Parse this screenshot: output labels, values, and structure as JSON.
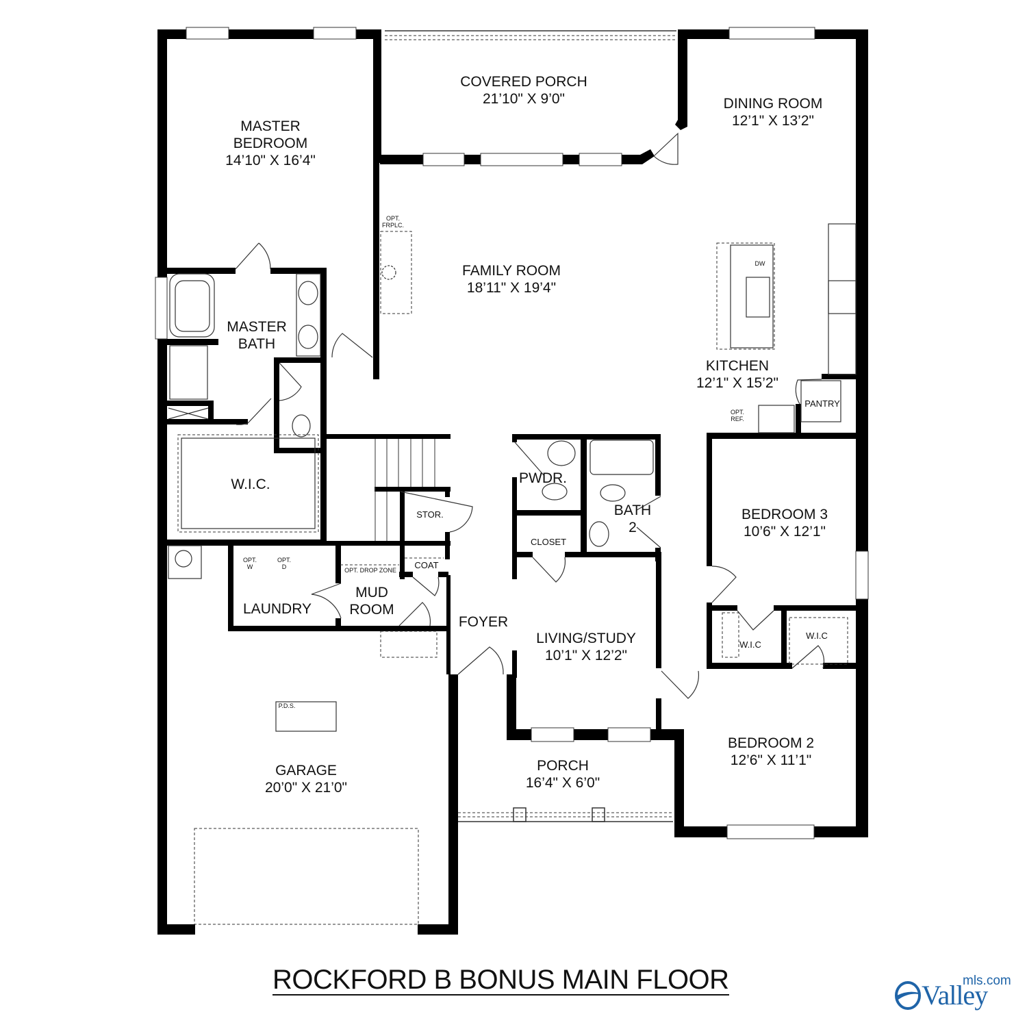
{
  "plan": {
    "title": "ROCKFORD B BONUS MAIN FLOOR",
    "logo": {
      "word": "Valley",
      "suffix": "mls.com",
      "color": "#1f64a8"
    },
    "wall_color": "#000000",
    "background": "#ffffff"
  },
  "rooms": {
    "master_bedroom": {
      "name_line1": "MASTER",
      "name_line2": "BEDROOM",
      "dim": "14’10\" X 16’4\""
    },
    "covered_porch": {
      "name": "COVERED PORCH",
      "dim": "21’10\" X 9’0\""
    },
    "dining_room": {
      "name": "DINING ROOM",
      "dim": "12’1\" X 13’2\""
    },
    "family_room": {
      "name": "FAMILY ROOM",
      "dim": "18’11\" X 19’4\""
    },
    "kitchen": {
      "name": "KITCHEN",
      "dim": "12’1\" X 15’2\""
    },
    "pantry": {
      "name": "PANTRY"
    },
    "master_bath": {
      "name_line1": "MASTER",
      "name_line2": "BATH"
    },
    "master_wic": {
      "name": "W.I.C."
    },
    "laundry": {
      "name": "LAUNDRY"
    },
    "mud_room": {
      "name_line1": "MUD",
      "name_line2": "ROOM"
    },
    "storage": {
      "name": "STOR."
    },
    "coat": {
      "name": "COAT"
    },
    "foyer": {
      "name": "FOYER"
    },
    "powder": {
      "name": "PWDR."
    },
    "bath2": {
      "name_line1": "BATH",
      "name_line2": "2"
    },
    "closet": {
      "name": "CLOSET"
    },
    "living_study": {
      "name": "LIVING/STUDY",
      "dim": "10’1\" X 12’2\""
    },
    "bedroom3": {
      "name": "BEDROOM 3",
      "dim": "10’6\" X 12’1\""
    },
    "wic_b3": {
      "name": "W.I.C"
    },
    "wic_b2": {
      "name": "W.I.C"
    },
    "bedroom2": {
      "name": "BEDROOM 2",
      "dim": "12’6\" X 11’1\""
    },
    "porch": {
      "name": "PORCH",
      "dim": "16’4\" X 6’0\""
    },
    "garage": {
      "name": "GARAGE",
      "dim": "20’0\" X 21’0\""
    }
  },
  "annotations": {
    "fireplace_line1": "OPT.",
    "fireplace_line2": "FRPLC.",
    "dishwasher": "DW",
    "refrigerator_line1": "OPT.",
    "refrigerator_line2": "REF.",
    "washer_line1": "OPT.",
    "washer_line2": "W",
    "dryer_line1": "OPT.",
    "dryer_line2": "D",
    "drop_zone": "OPT. DROP ZONE",
    "pds": "P.D.S."
  }
}
